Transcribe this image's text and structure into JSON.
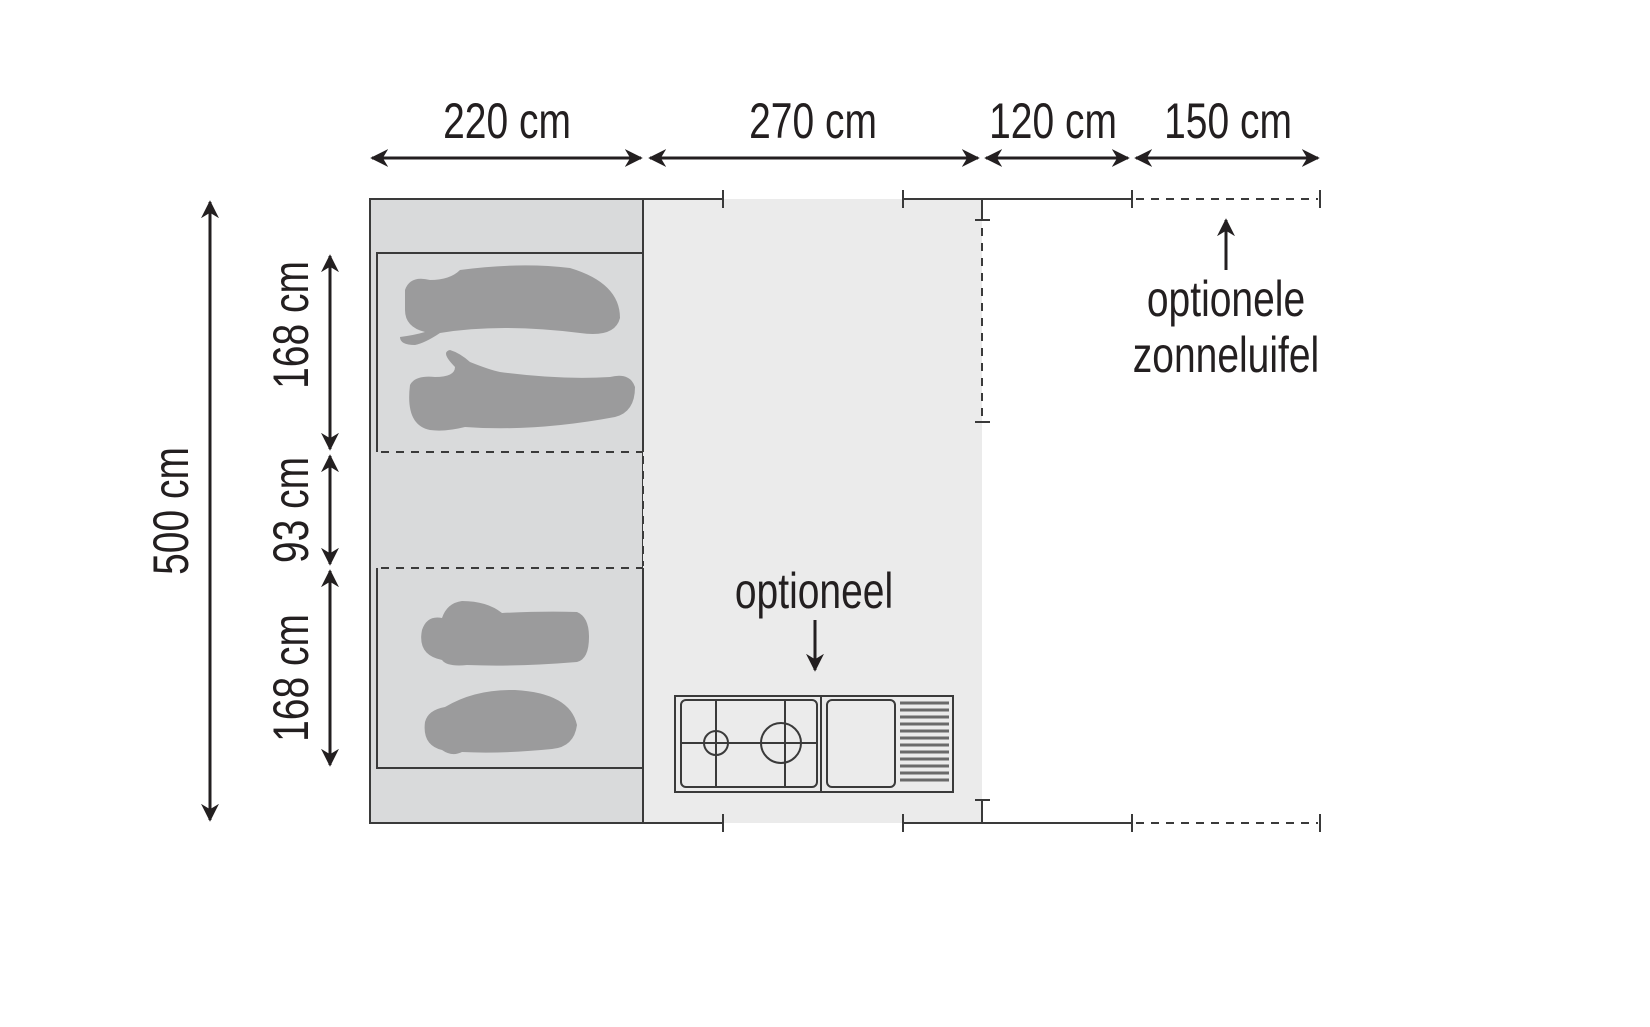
{
  "dimensions": {
    "top": [
      "220 cm",
      "270 cm",
      "120 cm",
      "150 cm"
    ],
    "total_depth": "500 cm",
    "bedroom_1": "168 cm",
    "gap": "93 cm",
    "bedroom_2": "168 cm"
  },
  "annotations": {
    "kitchen": "optioneel",
    "awning_line1": "optionele",
    "awning_line2": "zonneluifel"
  },
  "colors": {
    "bedroom_area": "#d9dadb",
    "living_area": "#ebebeb",
    "silhouette": "#9b9b9c",
    "ink": "#231f20"
  }
}
